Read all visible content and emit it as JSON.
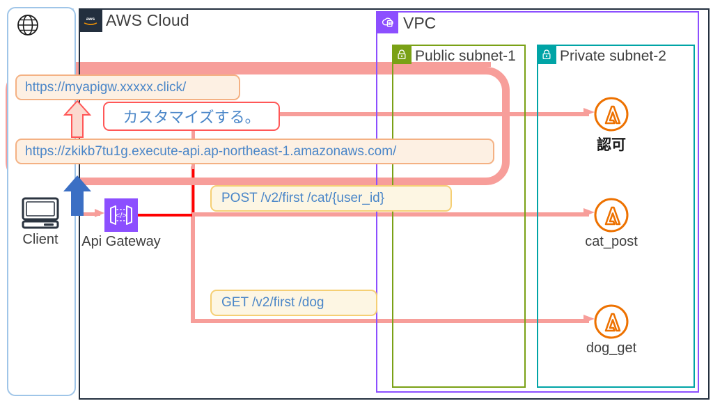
{
  "diagram": {
    "title": "AWS API Gateway custom domain architecture",
    "internet_zone": {
      "icon": "globe-icon"
    },
    "aws_cloud": {
      "label": "AWS Cloud",
      "badge_text": "aws",
      "border_color": "#232f3e"
    },
    "vpc": {
      "label": "VPC",
      "icon": "vpc-icon",
      "color": "#8c4fff"
    },
    "subnets": [
      {
        "label": "Public subnet-1",
        "icon": "lock-icon",
        "color": "#7aa116"
      },
      {
        "label": "Private subnet-2",
        "icon": "lock-icon",
        "color": "#00a4a6"
      }
    ],
    "urls": {
      "custom_domain": "https://myapigw.xxxxx.click/",
      "default_endpoint": "https://zkikb7tu1g.execute-api.ap-northeast-1.amazonaws.com/"
    },
    "customize_note": "カスタマイズする。",
    "routes": [
      {
        "label": "POST /v2/first /cat/{user_id}",
        "method": "POST"
      },
      {
        "label": "GET /v2/first /dog",
        "method": "GET"
      }
    ],
    "nodes": {
      "client": {
        "label": "Client",
        "icon": "desktop-computer-icon"
      },
      "api_gateway": {
        "label": "Api Gateway",
        "icon": "api-gateway-icon",
        "color": "#8c4fff"
      }
    },
    "lambdas": [
      {
        "label": "認可",
        "icon": "lambda-icon",
        "color": "#ed7100"
      },
      {
        "label": "cat_post",
        "icon": "lambda-icon",
        "color": "#ed7100"
      },
      {
        "label": "dog_get",
        "icon": "lambda-icon",
        "color": "#ed7100"
      }
    ],
    "colors": {
      "pink_connector": "#f79e9a",
      "red_connector": "#ff0000",
      "blue_arrow": "#3b6fc4",
      "salmon_arrow": "#fbd9cf",
      "aws_navy": "#232f3e",
      "lambda_orange": "#ed7100",
      "link_text_blue": "#4a86c8"
    }
  }
}
